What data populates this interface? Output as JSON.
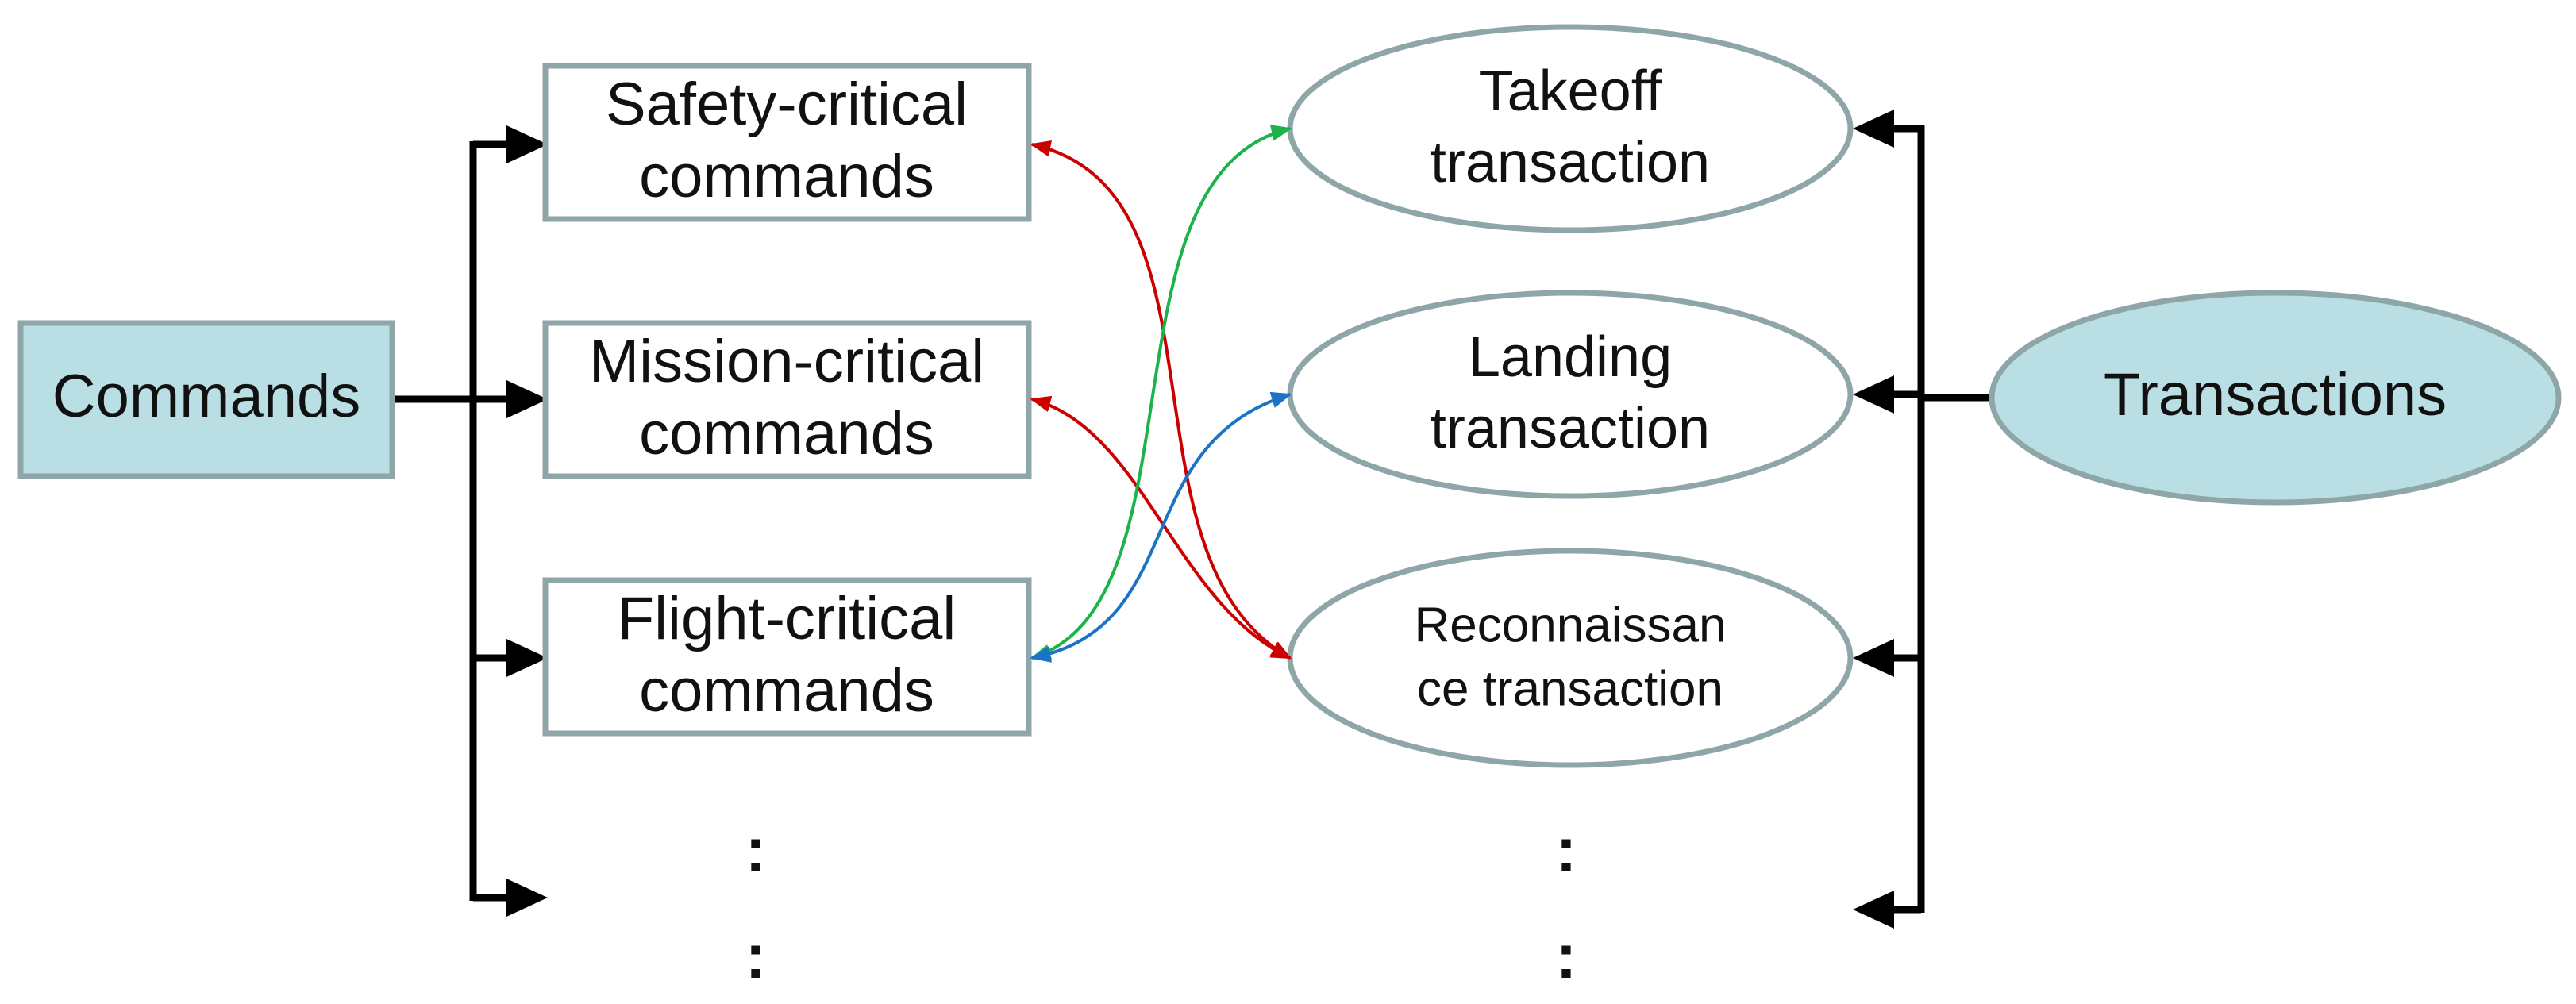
{
  "left_root": {
    "label": "Commands"
  },
  "commands": [
    {
      "line1": "Safety-critical",
      "line2": "commands"
    },
    {
      "line1": "Mission-critical",
      "line2": "commands"
    },
    {
      "line1": "Flight-critical",
      "line2": "commands"
    }
  ],
  "right_root": {
    "label": "Transactions"
  },
  "transactions": [
    {
      "line1": "Takeoff",
      "line2": "transaction"
    },
    {
      "line1": "Landing",
      "line2": "transaction"
    },
    {
      "line1": "Reconnaissan",
      "line2": "ce transaction"
    }
  ],
  "continuation": {
    "dots": ":"
  },
  "colors": {
    "root_fill": "#b9dfe4",
    "node_stroke": "#8fa6a8",
    "bracket": "#000000",
    "link_red": "#cc0000",
    "link_green": "#1db24a",
    "link_blue": "#1a73c7"
  },
  "links": [
    {
      "from": "Safety-critical commands",
      "to": "Reconnaissance transaction",
      "color": "link_red"
    },
    {
      "from": "Mission-critical commands",
      "to": "Reconnaissance transaction",
      "color": "link_red"
    },
    {
      "from": "Flight-critical commands",
      "to": "Takeoff transaction",
      "color": "link_green"
    },
    {
      "from": "Flight-critical commands",
      "to": "Landing transaction",
      "color": "link_blue"
    }
  ]
}
